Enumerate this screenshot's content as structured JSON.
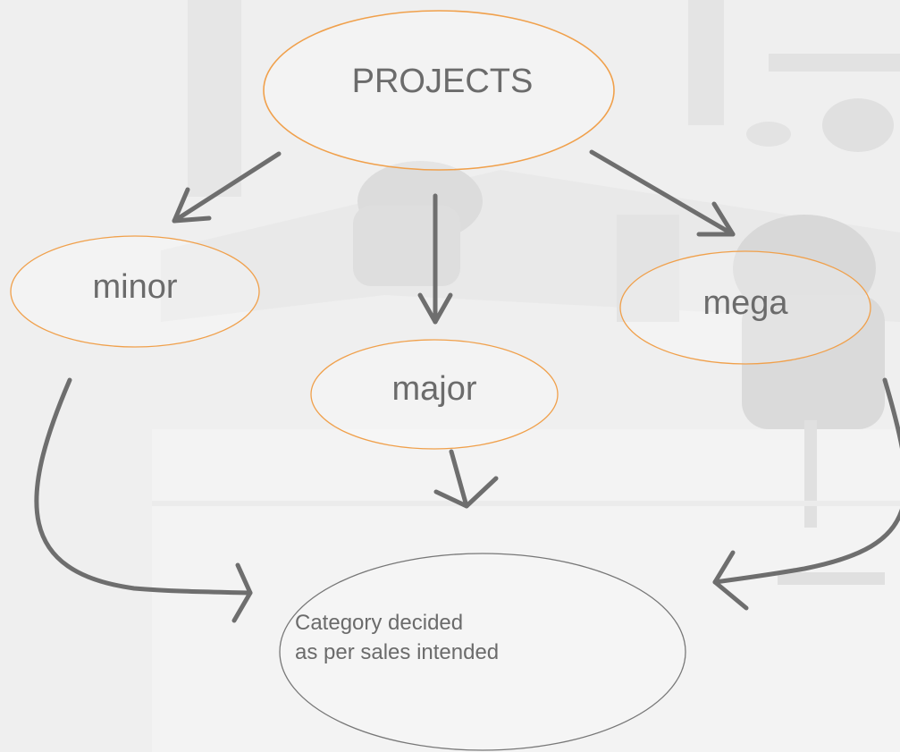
{
  "nodes": {
    "projects": {
      "label": "PROJECTS"
    },
    "minor": {
      "label": "minor"
    },
    "major": {
      "label": "major"
    },
    "mega": {
      "label": "mega"
    },
    "category": {
      "line1": "Category decided",
      "line2": "as per sales intended"
    }
  },
  "colors": {
    "node_border": "#f0a04b",
    "category_border": "#777777",
    "arrow": "#6e6e6e",
    "label_text": "#6b6b6b"
  }
}
